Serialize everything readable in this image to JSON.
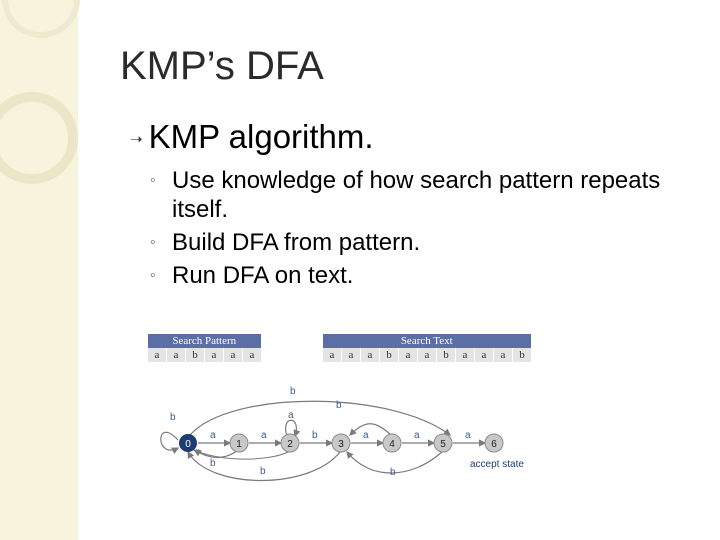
{
  "slide": {
    "title": "KMP’s DFA",
    "main_bullet": "KMP algorithm.",
    "sub_bullets": [
      "Use knowledge of how search pattern repeats itself.",
      "Build DFA from pattern.",
      "Run DFA on text."
    ]
  },
  "figure": {
    "pattern": {
      "header": "Search Pattern",
      "chars": [
        "a",
        "a",
        "b",
        "a",
        "a",
        "a"
      ]
    },
    "text": {
      "header": "Search Text",
      "chars": [
        "a",
        "a",
        "a",
        "b",
        "a",
        "a",
        "b",
        "a",
        "a",
        "a",
        "b"
      ]
    },
    "dfa": {
      "states": [
        "0",
        "1",
        "2",
        "3",
        "4",
        "5",
        "6"
      ],
      "accept_state_label": "accept state",
      "edge_labels": {
        "self_0": "b",
        "e01": "a",
        "e12": "a",
        "e23": "b",
        "e34": "a",
        "e45": "a",
        "e56": "a",
        "self_2": "a",
        "top_5_to_3": "b",
        "back_2_to_0": "b",
        "back_1_to_0": "b",
        "back_3_to_0": "b",
        "back_4_to_3": "b",
        "e_2_back": "b"
      },
      "colors": {
        "start": "#1f3c74",
        "node": "#c8c8c8",
        "edge": "#7a7a7a",
        "label": "#3c5a8c"
      }
    }
  }
}
